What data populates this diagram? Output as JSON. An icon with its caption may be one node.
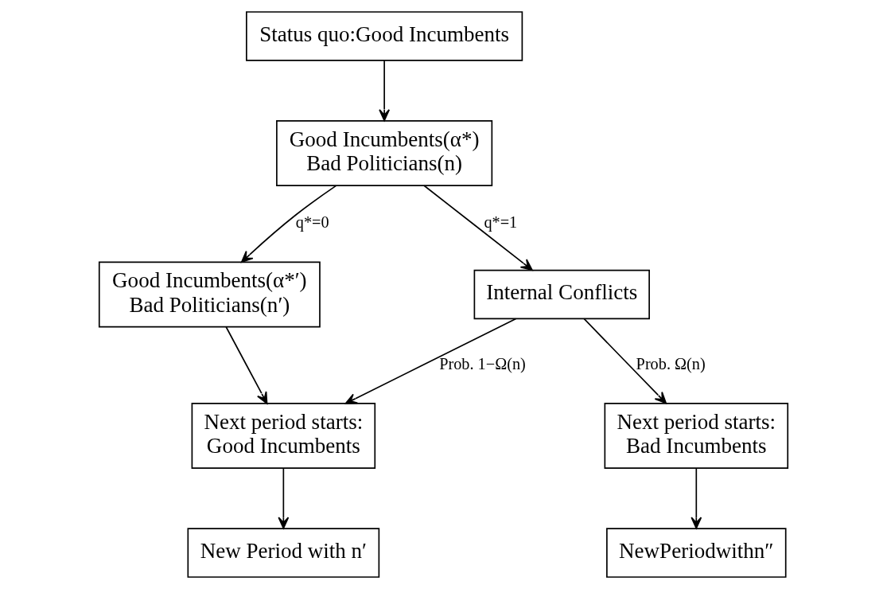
{
  "diagram": {
    "nodes": [
      {
        "text": [
          "Status quo:Good Incumbents"
        ]
      },
      {
        "text": [
          "Good Incumbents(α*)",
          "Bad Politicians(n)"
        ]
      },
      {
        "text": [
          "Good Incumbents(α*′)",
          "Bad Politicians(n′)"
        ]
      },
      {
        "text": [
          "Internal Conflicts"
        ]
      },
      {
        "text": [
          "Next period starts:",
          "Good Incumbents"
        ]
      },
      {
        "text": [
          "Next period starts:",
          "Bad Incumbents"
        ]
      },
      {
        "text": [
          "New Period with n′"
        ]
      },
      {
        "text": [
          "NewPeriodwithn″"
        ]
      }
    ],
    "edges": [
      {
        "from": 0,
        "to": 1,
        "arrow": "to"
      },
      {
        "from": 1,
        "to": 2,
        "arrow": "to",
        "label": "q*=0"
      },
      {
        "from": 1,
        "to": 3,
        "arrow": "to",
        "label": "q*=1"
      },
      {
        "from": 2,
        "to": 4,
        "arrow": "to"
      },
      {
        "from": 3,
        "to": 4,
        "arrow": "to",
        "label": "Prob. 1−Ω(n)"
      },
      {
        "from": 3,
        "to": 5,
        "arrow": "to",
        "label": "Prob. Ω(n)"
      },
      {
        "from": 4,
        "to": 6,
        "arrow": "to"
      },
      {
        "from": 5,
        "to": 7,
        "arrow": "to"
      }
    ]
  }
}
